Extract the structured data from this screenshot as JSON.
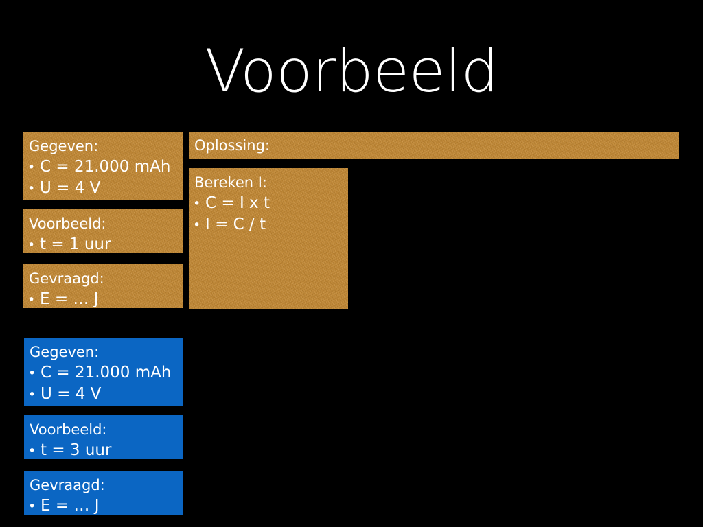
{
  "slide": {
    "title": "Voorbeeld",
    "background_color": "#000000",
    "title_color": "#ffffff",
    "accent_orange": "#c68a33",
    "accent_blue": "#0b66c3",
    "bullet_glyph": "•"
  },
  "orange_column": {
    "given": {
      "heading": "Gegeven:",
      "bullets": [
        "C = 21.000 mAh",
        "U = 4 V"
      ]
    },
    "example": {
      "heading": "Voorbeeld:",
      "bullets": [
        "t = 1 uur"
      ]
    },
    "asked": {
      "heading": "Gevraagd:",
      "bullets": [
        "E = … J"
      ]
    }
  },
  "solution": {
    "heading": "Oplossing:",
    "calc_current": {
      "heading": "Bereken I:",
      "bullets": [
        "C = I x t",
        "I = C / t"
      ]
    }
  },
  "blue_column": {
    "given": {
      "heading": "Gegeven:",
      "bullets": [
        "C = 21.000 mAh",
        "U = 4 V"
      ]
    },
    "example": {
      "heading": "Voorbeeld:",
      "bullets": [
        "t = 3 uur"
      ]
    },
    "asked": {
      "heading": "Gevraagd:",
      "bullets": [
        "E = … J"
      ]
    }
  }
}
